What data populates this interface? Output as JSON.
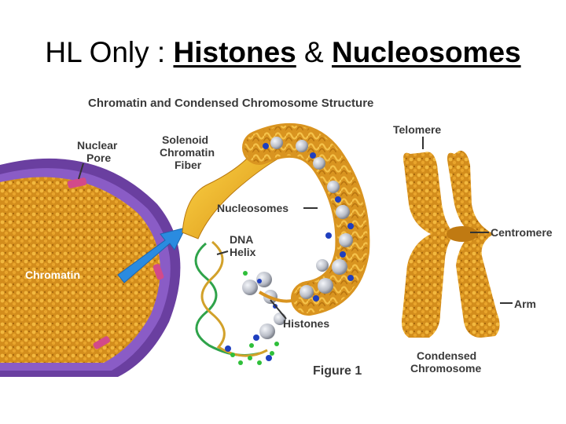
{
  "slide": {
    "title_prefix": "HL Only : ",
    "title_term1": "Histones",
    "title_amp": " & ",
    "title_term2": "Nucleosomes"
  },
  "figure": {
    "heading": "Chromatin and Condensed Chromosome Structure",
    "labels": {
      "nuclear_pore_1": "Nuclear",
      "nuclear_pore_2": "Pore",
      "chromatin": "Chromatin",
      "solenoid_1": "Solenoid",
      "solenoid_2": "Chromatin",
      "solenoid_3": "Fiber",
      "nucleosomes": "Nucleosomes",
      "dna_1": "DNA",
      "dna_2": "Helix",
      "histones": "Histones",
      "telomere": "Telomere",
      "centromere": "Centromere",
      "arm": "Arm",
      "condensed_1": "Condensed",
      "condensed_2": "Chromosome"
    },
    "caption": "Figure 1"
  },
  "colors": {
    "nucleus_membrane": "#6a3fa0",
    "chromatin_gold": "#e8a62a",
    "histone_gray": "#c8ccd4",
    "blue_dot": "#1f3fbf",
    "green_dot": "#2fbf3a",
    "arrow_blue": "#2a8be0"
  }
}
